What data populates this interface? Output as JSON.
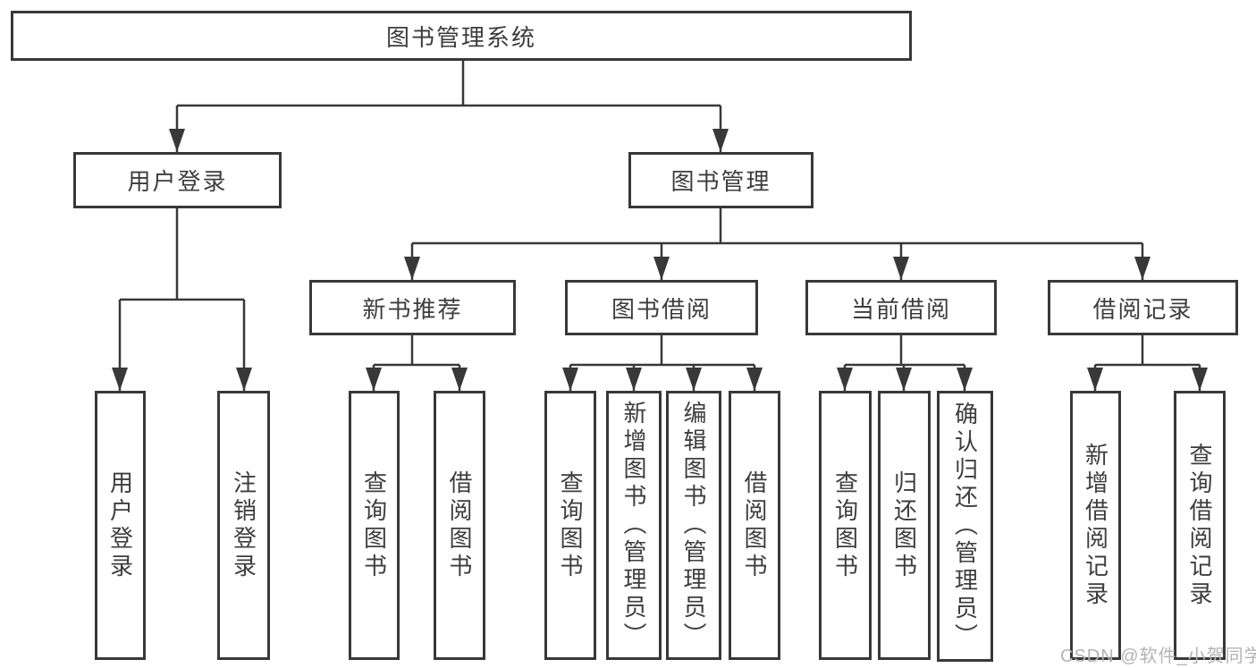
{
  "colors": {
    "line": "#383838",
    "box_border": "#383838",
    "text": "#3d3d3d",
    "watermark": "#b3b3b3",
    "background": "#ffffff"
  },
  "diagram": {
    "type": "tree-structure-chart",
    "root": {
      "label": "图书管理系统",
      "children": [
        {
          "label": "用户登录",
          "children": [
            {
              "label": "用户登录"
            },
            {
              "label": "注销登录"
            }
          ]
        },
        {
          "label": "图书管理",
          "children": [
            {
              "label": "新书推荐",
              "children": [
                {
                  "label": "查询图书"
                },
                {
                  "label": "借阅图书"
                }
              ]
            },
            {
              "label": "图书借阅",
              "children": [
                {
                  "label": "查询图书"
                },
                {
                  "label": "新增图书（管理员）"
                },
                {
                  "label": "编辑图书（管理员）"
                },
                {
                  "label": "借阅图书"
                }
              ]
            },
            {
              "label": "当前借阅",
              "children": [
                {
                  "label": "查询图书"
                },
                {
                  "label": "归还图书"
                },
                {
                  "label": "确认归还（管理员）"
                }
              ]
            },
            {
              "label": "借阅记录",
              "children": [
                {
                  "label": "新增借阅记录"
                },
                {
                  "label": "查询借阅记录"
                }
              ]
            }
          ]
        }
      ]
    },
    "watermark": "CSDN @软件_小贺同学"
  }
}
